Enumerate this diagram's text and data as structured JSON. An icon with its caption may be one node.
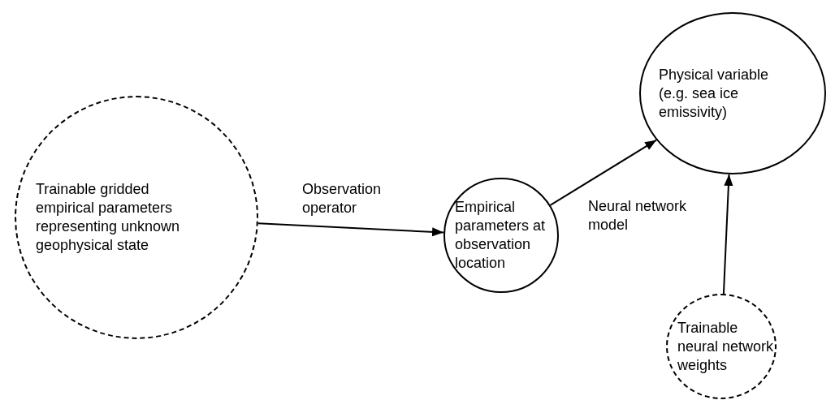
{
  "diagram": {
    "nodes": [
      {
        "text": [
          "Trainable gridded empirical parameters representing unknown geophysical state"
        ]
      },
      {
        "text": [
          "Empirical parameters at observation location"
        ]
      },
      {
        "text": [
          "Physical variable (e.g. sea ice emissivity)"
        ]
      },
      {
        "text": [
          "Trainable neural network weights"
        ]
      }
    ],
    "edges": [
      {
        "from": 0,
        "to": 1,
        "arrow": "to",
        "label": "Observation operator"
      },
      {
        "from": 1,
        "to": 2,
        "arrow": "to",
        "label": "Neural network model"
      },
      {
        "from": 3,
        "to": 2,
        "arrow": "to"
      }
    ]
  }
}
